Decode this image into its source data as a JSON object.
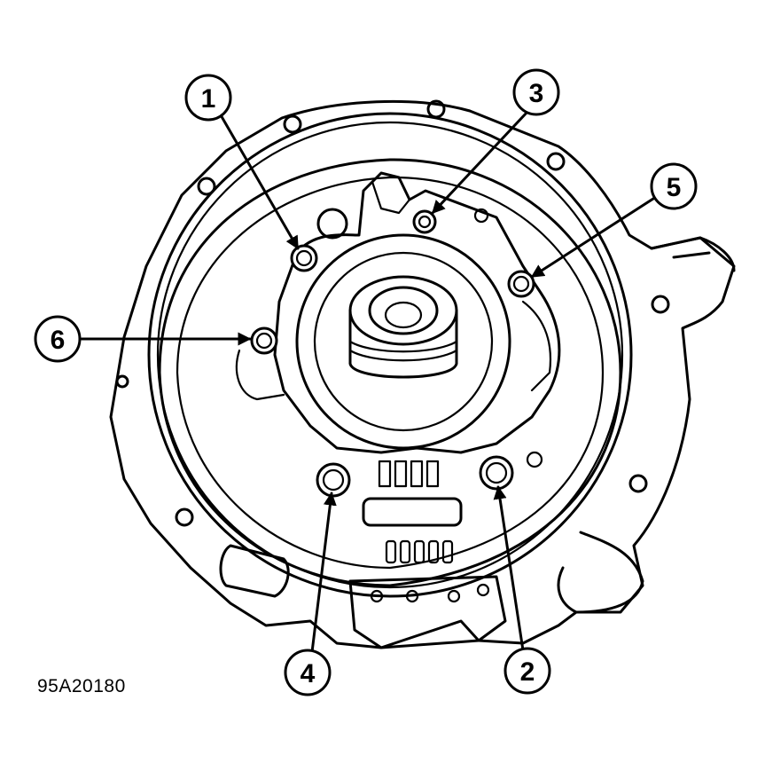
{
  "figure_id": "95A20180",
  "callouts": [
    "1",
    "2",
    "3",
    "4",
    "5",
    "6"
  ]
}
